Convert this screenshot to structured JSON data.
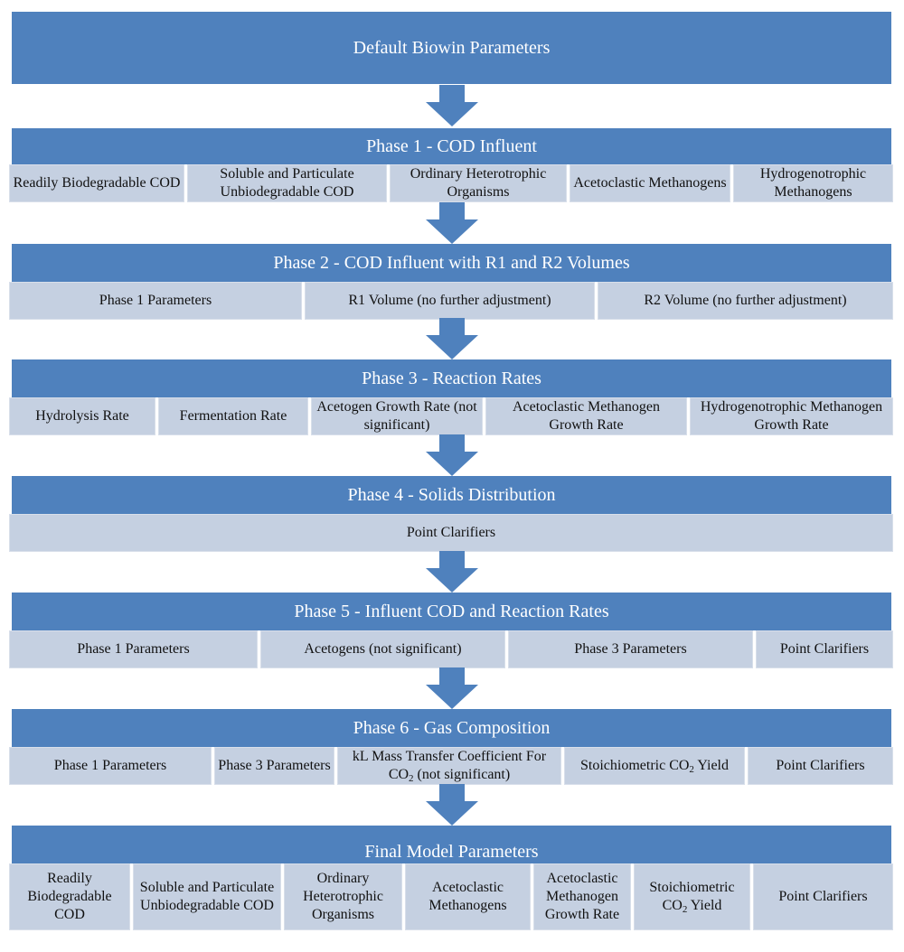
{
  "colors": {
    "header": "#4f81bd",
    "cell": "#c5d0e1",
    "arrow": "#4f81bd",
    "text_on_header": "#ffffff"
  },
  "default": {
    "title": "Default Biowin Parameters"
  },
  "phase1": {
    "title": "Phase 1 - COD Influent",
    "cells": [
      "Readily Biodegradable COD",
      "Soluble and Particulate Unbiodegradable COD",
      "Ordinary Heterotrophic Organisms",
      "Acetoclastic Methanogens",
      "Hydrogenotrophic Methanogens"
    ]
  },
  "phase2": {
    "title": "Phase 2 - COD Influent with R1 and R2 Volumes",
    "cells": [
      "Phase 1 Parameters",
      "R1 Volume (no further adjustment)",
      "R2 Volume (no further adjustment)"
    ]
  },
  "phase3": {
    "title": "Phase 3 - Reaction Rates",
    "cells": [
      "Hydrolysis Rate",
      "Fermentation Rate",
      "Acetogen Growth Rate (not significant)",
      "Acetoclastic Methanogen Growth Rate",
      "Hydrogenotrophic Methanogen Growth Rate"
    ]
  },
  "phase4": {
    "title": "Phase 4 - Solids Distribution",
    "cells": [
      "Point Clarifiers"
    ]
  },
  "phase5": {
    "title": "Phase 5 - Influent COD and Reaction Rates",
    "cells": [
      "Phase 1 Parameters",
      "Acetogens (not significant)",
      "Phase 3 Parameters",
      "Point Clarifiers"
    ]
  },
  "phase6": {
    "title": "Phase 6 - Gas Composition",
    "cells": {
      "c0": "Phase 1 Parameters",
      "c1": "Phase 3 Parameters",
      "c2_pre": "kL Mass Transfer Coefficient For CO",
      "c2_sub": "2",
      "c2_post": " (not significant)",
      "c3_pre": "Stoichiometric CO",
      "c3_sub": "2",
      "c3_post": " Yield",
      "c4": "Point Clarifiers"
    }
  },
  "final": {
    "title": "Final Model Parameters",
    "cells": {
      "c0": "Readily Biodegradable COD",
      "c1": "Soluble and Particulate Unbiodegradable COD",
      "c2": "Ordinary Heterotrophic Organisms",
      "c3": "Acetoclastic Methanogens",
      "c4": "Acetoclastic Methanogen Growth Rate",
      "c5_pre": "Stoichiometric CO",
      "c5_sub": "2",
      "c5_post": " Yield",
      "c6": "Point Clarifiers"
    }
  }
}
